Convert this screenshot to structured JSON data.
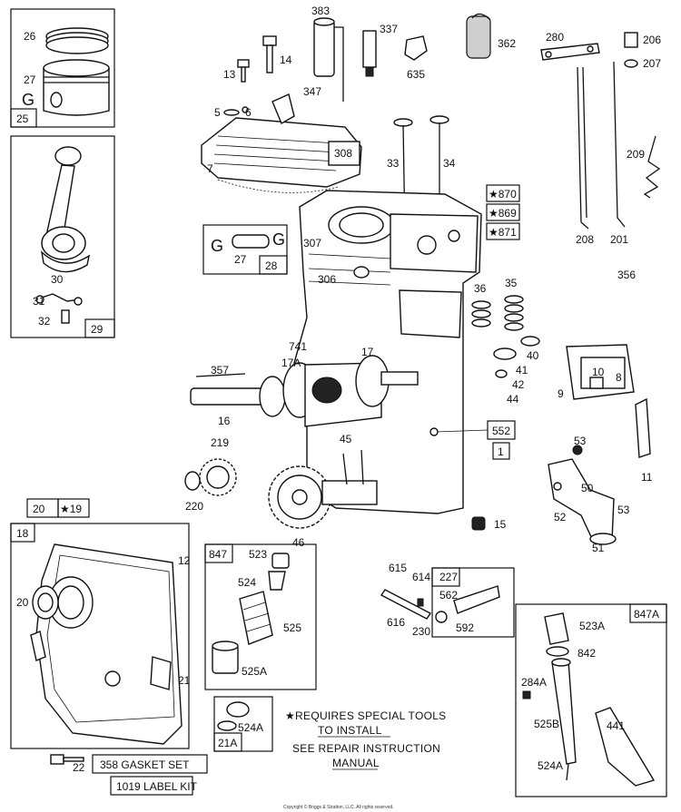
{
  "labels": {
    "l383": "383",
    "l337": "337",
    "l362": "362",
    "l280": "280",
    "l206": "206",
    "l207": "207",
    "l26": "26",
    "l27": "27",
    "lG1": "G",
    "l25": "25",
    "l13": "13",
    "l14": "14",
    "l635": "635",
    "l347": "347",
    "l5": "5",
    "l6": "6",
    "l308": "308",
    "l7": "7",
    "l33": "33",
    "l34": "34",
    "l209": "209",
    "l870": "★870",
    "l869": "★869",
    "l871": "★871",
    "l208": "208",
    "l201": "201",
    "l30": "30",
    "l31": "31",
    "l32": "32",
    "l29": "29",
    "lG2": "G",
    "lG3": "G",
    "l27b": "27",
    "l28": "28",
    "l307": "307",
    "l306": "306",
    "l356": "356",
    "l36": "36",
    "l35": "35",
    "l741": "741",
    "l17A": "17A",
    "l17": "17",
    "l40": "40",
    "l41": "41",
    "l42": "42",
    "l44": "44",
    "l357": "357",
    "l16": "16",
    "l10": "10",
    "l8": "8",
    "l9": "9",
    "l552": "552",
    "l1": "1",
    "l11": "11",
    "l219": "219",
    "l45": "45",
    "l53a": "53",
    "l50": "50",
    "l53b": "53",
    "l52": "52",
    "l51": "51",
    "l220": "220",
    "l46": "46",
    "l15": "15",
    "l20": "20",
    "l19": "★19",
    "l18": "18",
    "l12": "12",
    "l20b": "20",
    "l21": "21",
    "l847": "847",
    "l523": "523",
    "l524": "524",
    "l525": "525",
    "l525A": "525A",
    "l615": "615",
    "l614": "614",
    "l227": "227",
    "l562": "562",
    "l616": "616",
    "l230": "230",
    "l592": "592",
    "l847A": "847A",
    "l523A": "523A",
    "l842": "842",
    "l284A": "284A",
    "l525B": "525B",
    "l441": "441",
    "l524A": "524A",
    "l21A": "21A",
    "l524A2": "524A",
    "l22": "22",
    "l358": "358 GASKET SET",
    "l1019": "1019 LABEL KIT"
  },
  "notes": {
    "special_tools_1": "★REQUIRES SPECIAL TOOLS",
    "special_tools_2": "TO INSTALL",
    "repair_1": "SEE REPAIR INSTRUCTION",
    "repair_2": "MANUAL"
  },
  "copyright": "Copyright © Briggs & Stratton, LLC. All rights reserved."
}
